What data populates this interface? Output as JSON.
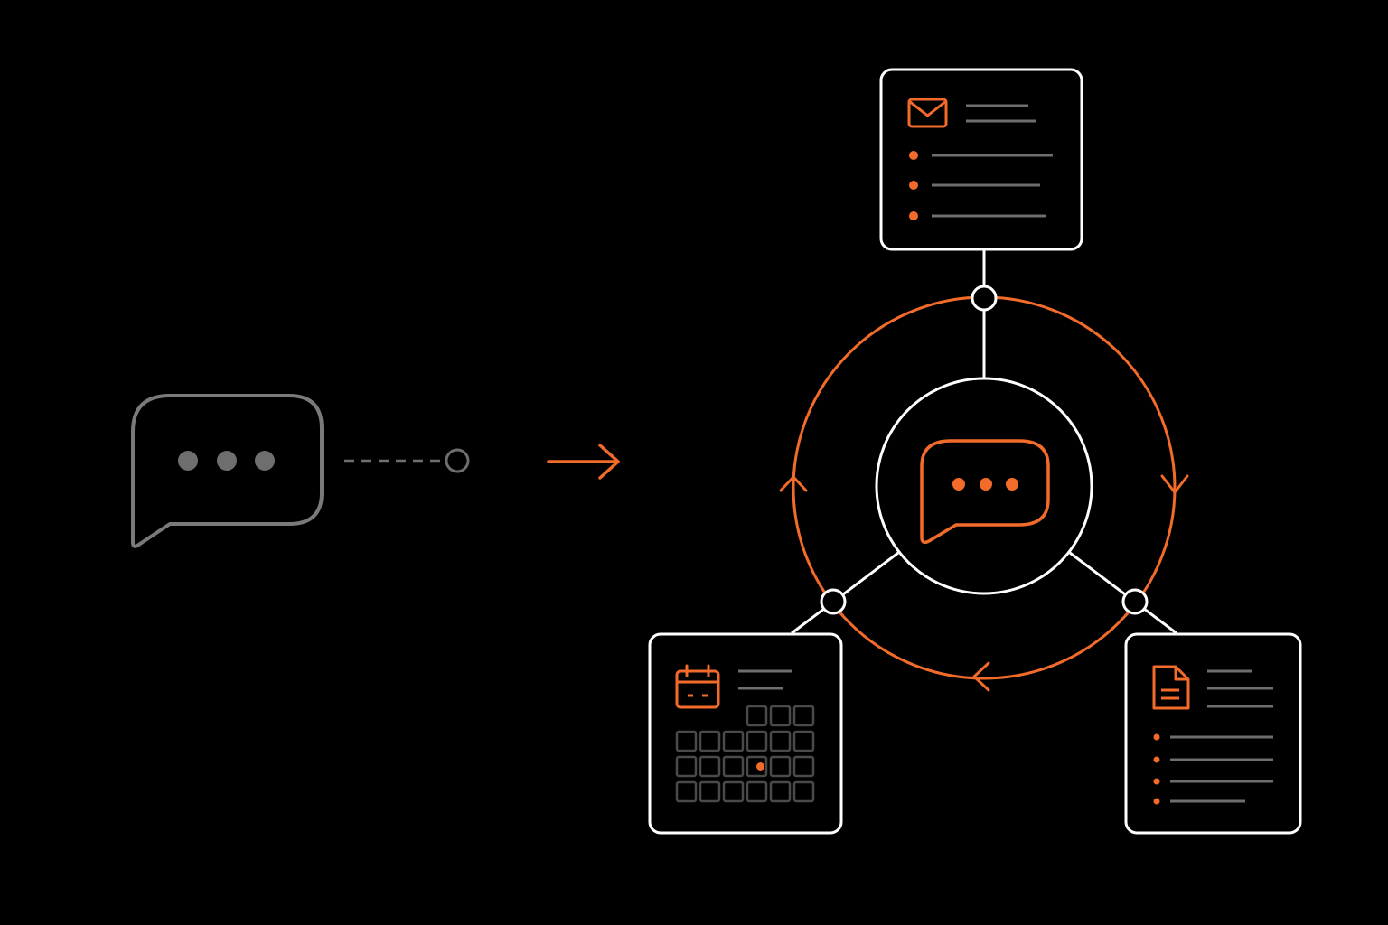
{
  "colors": {
    "background": "#000000",
    "accent": "#f26b2a",
    "outline": "#ffffff",
    "muted": "#6e6e6e",
    "muted_dark": "#4a4a4a",
    "source_bubble": "#7a7a7a"
  },
  "source": {
    "icon": "chat-bubble-icon",
    "dots": 3,
    "connector": "dashed-line-to-port"
  },
  "flow_arrow": {
    "icon": "arrow-right-icon"
  },
  "hub": {
    "icon": "chat-bubble-icon",
    "dots": 3,
    "cycle_direction": "clockwise",
    "cycle_arrows": 3
  },
  "cards": [
    {
      "id": "email",
      "icon": "envelope-icon",
      "header_lines": 2,
      "bullet_items": 3
    },
    {
      "id": "calendar",
      "icon": "calendar-icon",
      "header_lines": 2,
      "grid_rows": 4,
      "grid_cols": 6,
      "highlighted_cell": [
        2,
        3
      ]
    },
    {
      "id": "document",
      "icon": "document-icon",
      "header_lines": 3,
      "bullet_items": 4
    }
  ]
}
